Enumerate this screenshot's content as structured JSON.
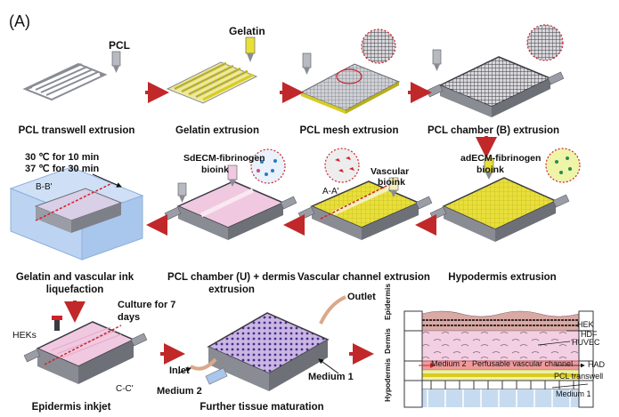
{
  "panel_label": "(A)",
  "row1": {
    "callouts": {
      "pcl": "PCL",
      "gelatin": "Gelatin"
    },
    "captions": [
      "PCL transwell extrusion",
      "Gelatin extrusion",
      "PCL mesh extrusion",
      "PCL chamber (B) extrusion"
    ]
  },
  "row2": {
    "temp_line1": "30 ℃ for 10 min",
    "temp_line2": "37 ℃ for 30 min",
    "section_bb": "B-B'",
    "section_aa": "A-A'",
    "sd_bioink_line1": "SdECM-fibrinogen",
    "sd_bioink_line2": "bioink",
    "vascular_line1": "Vascular",
    "vascular_line2": "bioink",
    "ad_bioink_line1": "adECM-fibrinogen",
    "ad_bioink_line2": "bioink",
    "captions": {
      "gelatin_line1": "Gelatin and vascular ink",
      "gelatin_line2": "liquefaction",
      "pcl_u_line1": "PCL chamber (U) + dermis",
      "pcl_u_line2": "extrusion",
      "vascular_channel": "Vascular channel extrusion",
      "hypodermis": "Hypodermis extrusion"
    }
  },
  "row3": {
    "culture_line1": "Culture for 7",
    "culture_line2": "days",
    "heks": "HEKs",
    "section_cc": "C-C'",
    "inlet": "Inlet",
    "outlet": "Outlet",
    "medium2": "Medium 2",
    "medium1": "Medium 1",
    "captions": {
      "epidermis": "Epidermis inkjet",
      "maturation": "Further tissue maturation"
    }
  },
  "cross_section": {
    "side_labels": {
      "epidermis": "Epidermis",
      "dermis": "Dermis",
      "hypodermis": "Hypodermis"
    },
    "hek": "HEK",
    "hdf": "HDF",
    "huvec": "HUVEC",
    "medium2": "Medium 2",
    "channel": "Perfusable vascular channel",
    "had": "HAD",
    "pcl_transwell": "PCL transwell",
    "medium1": "Medium 1"
  },
  "colors": {
    "arrow": "#c0282a",
    "gelatin": "#e8df3a",
    "device_gray": "#9a9ca6",
    "dermis_pink": "#f0c9e0",
    "mesh_dark": "#4a4a52",
    "dashed_red": "#d0202a"
  }
}
